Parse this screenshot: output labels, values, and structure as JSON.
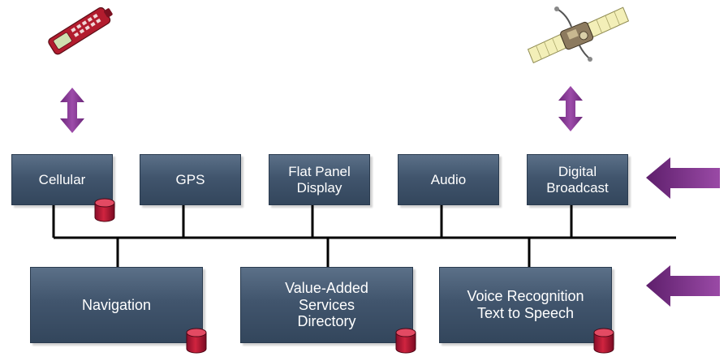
{
  "top_components": [
    {
      "label": "Cellular",
      "has_storage": true
    },
    {
      "label": "GPS",
      "has_storage": false
    },
    {
      "label": "Flat Panel\nDisplay",
      "has_storage": false
    },
    {
      "label": "Audio",
      "has_storage": false
    },
    {
      "label": "Digital\nBroadcast",
      "has_storage": false
    }
  ],
  "bottom_components": [
    {
      "label": "Navigation",
      "has_storage": true
    },
    {
      "label": "Value-Added\nServices\nDirectory",
      "has_storage": true
    },
    {
      "label": "Voice Recognition\nText to Speech",
      "has_storage": true
    }
  ],
  "icons": {
    "phone": "cellular-phone-icon",
    "satellite": "satellite-icon",
    "storage": "database-cylinder-icon",
    "arrows": [
      "double-arrow-icon",
      "left-arrow-icon"
    ]
  },
  "colors": {
    "box_fill": "#41556d",
    "bus_line": "#000000",
    "arrow": "#7a2c86",
    "storage": "#c0143c"
  }
}
